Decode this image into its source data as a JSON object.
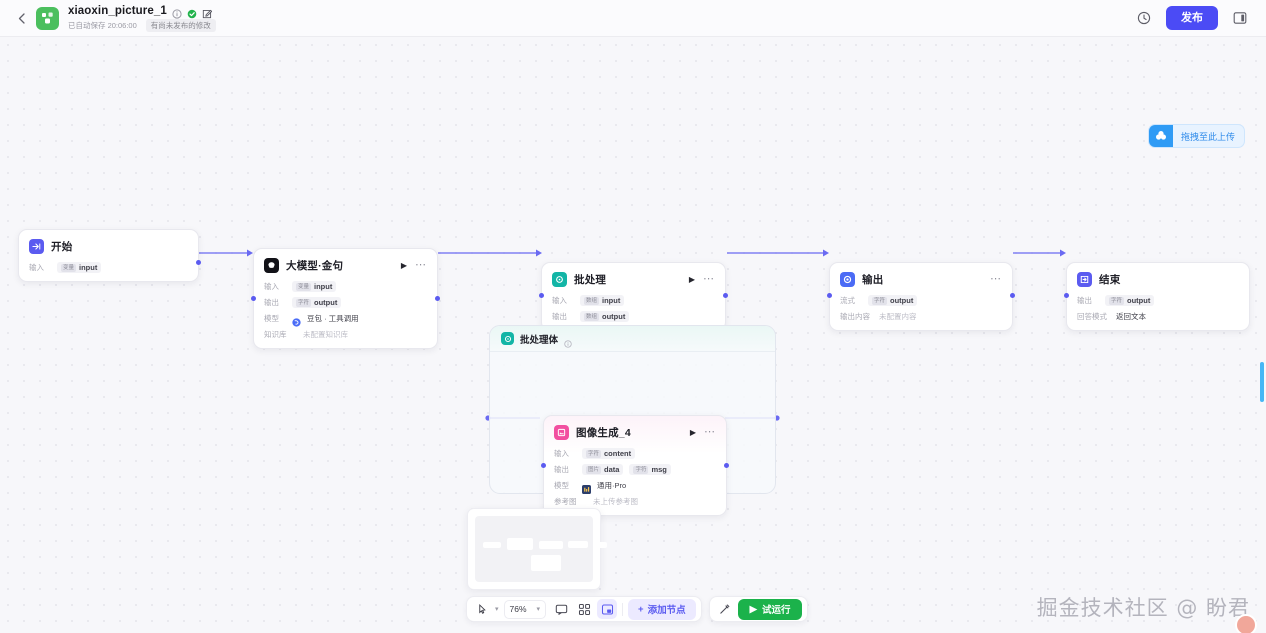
{
  "header": {
    "back_icon": "chevron-left-icon",
    "logo_icon": "app-logo-icon",
    "project_title": "xiaoxin_picture_1",
    "info_icon": "info-circle-icon",
    "status_icon": "check-circle-icon",
    "edit_icon": "edit-square-icon",
    "autosave_text": "已自动保存 20:06:00",
    "unpublished_text": "有尚未发布的修改",
    "history_icon": "history-clock-icon",
    "publish_label": "发布",
    "panel_icon": "side-panel-icon"
  },
  "drag_upload": {
    "icon": "cloud-upload-icon",
    "label": "拖拽至此上传"
  },
  "nodes": [
    {
      "id": "start",
      "icon": "start-node-icon",
      "title": "开始",
      "rows": [
        {
          "key": "输入",
          "badge": "变量",
          "value": "input",
          "type": "chip"
        }
      ]
    },
    {
      "id": "llm",
      "icon": "llm-node-icon",
      "title": "大模型·金句",
      "play_icon": "play-icon",
      "more_icon": "more-dots-icon",
      "rows": [
        {
          "key": "输入",
          "badge": "变量",
          "value": "input",
          "type": "chip"
        },
        {
          "key": "输出",
          "badge": "字符",
          "value": "output",
          "type": "chip"
        },
        {
          "key": "模型",
          "value": "豆包 · 工具调用",
          "type": "model"
        },
        {
          "key": "知识库",
          "value": "未配置知识库",
          "type": "muted"
        }
      ]
    },
    {
      "id": "batch",
      "icon": "batch-node-icon",
      "title": "批处理",
      "play_icon": "play-icon",
      "more_icon": "more-dots-icon",
      "rows": [
        {
          "key": "输入",
          "badge": "数组",
          "value": "input",
          "type": "chip"
        },
        {
          "key": "输出",
          "badge": "数组",
          "value": "output",
          "type": "chip"
        }
      ]
    },
    {
      "id": "output",
      "icon": "output-node-icon",
      "title": "输出",
      "more_icon": "more-dots-icon",
      "rows": [
        {
          "key": "流式",
          "badge": "字符",
          "value": "output",
          "type": "chip"
        },
        {
          "key": "输出内容",
          "value": "未配置内容",
          "type": "muted"
        }
      ]
    },
    {
      "id": "end",
      "icon": "end-node-icon",
      "title": "结束",
      "rows": [
        {
          "key": "输出",
          "badge": "字符",
          "value": "output",
          "type": "chip"
        },
        {
          "key": "回答模式",
          "value": "返回文本",
          "type": "plain"
        }
      ]
    }
  ],
  "batch_body": {
    "icon": "batch-body-icon",
    "title": "批处理体",
    "info_icon": "info-circle-icon",
    "inner_node": {
      "icon": "image-gen-icon",
      "title": "图像生成_4",
      "play_icon": "play-icon",
      "more_icon": "more-dots-icon",
      "rows": [
        {
          "key": "输入",
          "badge": "字符",
          "value": "content",
          "type": "chip"
        },
        {
          "key": "输出",
          "badge": "图片",
          "value": "data",
          "badge2": "字符",
          "value2": "msg",
          "type": "chip2"
        },
        {
          "key": "模型",
          "value": "通用·Pro",
          "type": "model"
        },
        {
          "key": "参考图",
          "value": "未上传参考图",
          "type": "muted"
        }
      ]
    }
  },
  "minimap": {
    "name": "canvas-minimap"
  },
  "toolbar": {
    "cursor_icon": "cursor-pointer-icon",
    "cursor_caret": "chevron-down-icon",
    "zoom_value": "76%",
    "zoom_caret": "chevron-down-icon",
    "comment_icon": "comment-icon",
    "grid_icon": "grid-layout-icon",
    "minimap_icon": "minimap-toggle-icon",
    "add_node_plus": "plus-icon",
    "add_node_label": "添加节点",
    "wand_icon": "magic-wand-icon",
    "run_play_icon": "play-icon",
    "run_label": "试运行"
  },
  "watermark": {
    "text": "掘金技术社区 @ 盼君"
  },
  "colors": {
    "accent_purple": "#4b4bf5",
    "run_green": "#1bb24b",
    "batch_teal": "#13b5a6",
    "image_pink": "#f24fa0",
    "upload_blue": "#2f9bf5"
  }
}
